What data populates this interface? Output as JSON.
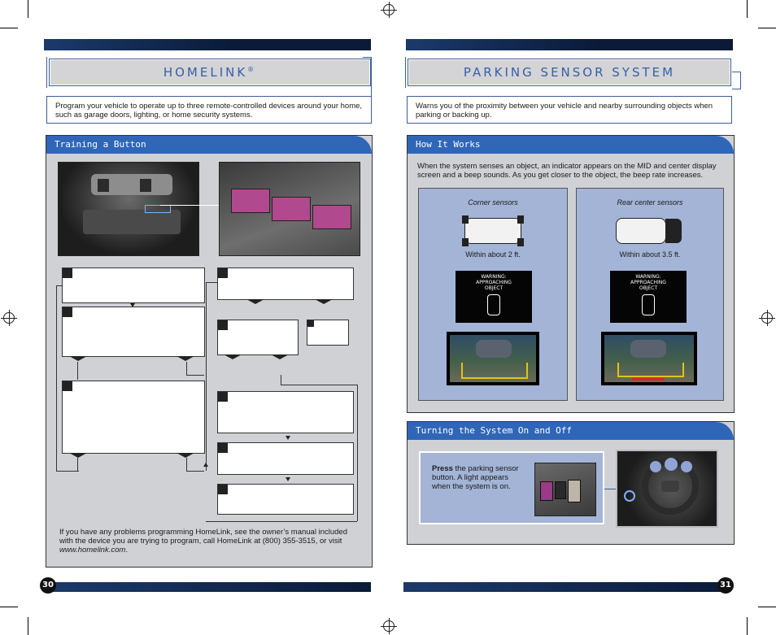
{
  "left_page": {
    "title": "HOMELINK",
    "title_mark": "®",
    "intro": "Program your vehicle to operate up to three remote-controlled devices around your home, such as garage doors, lighting, or home security systems.",
    "section_heading": "Training a Button",
    "footer_text": "If you have any problems programming HomeLink, see the owner’s manual included with the device you are trying to program, call HomeLink at (800) 355-3515, or visit ",
    "footer_link": "www.homelink.com",
    "footer_end": ".",
    "page_number": "30"
  },
  "right_page": {
    "title": "PARKING SENSOR SYSTEM",
    "intro": "Warns you of the proximity between your vehicle and nearby surrounding objects when parking or backing up.",
    "how_heading": "How It Works",
    "how_text": "When the system senses an object, an indicator appears on the MID and center display screen and a beep sounds. As you get closer to the object, the beep rate increases.",
    "corner_label": "Corner sensors",
    "corner_distance": "Within about 2 ft.",
    "rear_label": "Rear center sensors",
    "rear_distance": "Within about 3.5 ft.",
    "warning_text_1": "WARNING:",
    "warning_text_2": "APPROACHING",
    "warning_text_3": "OBJECT",
    "toggle_heading": "Turning the System On and Off",
    "press_bold": "Press",
    "press_text": " the parking sensor button.  A light appears when the system is on.",
    "page_number": "31"
  },
  "colors": {
    "accent": "#2f66b8",
    "title_text": "#3560a8",
    "panel": "#d0d1d5",
    "sensor_box": "#a3b4d6"
  }
}
